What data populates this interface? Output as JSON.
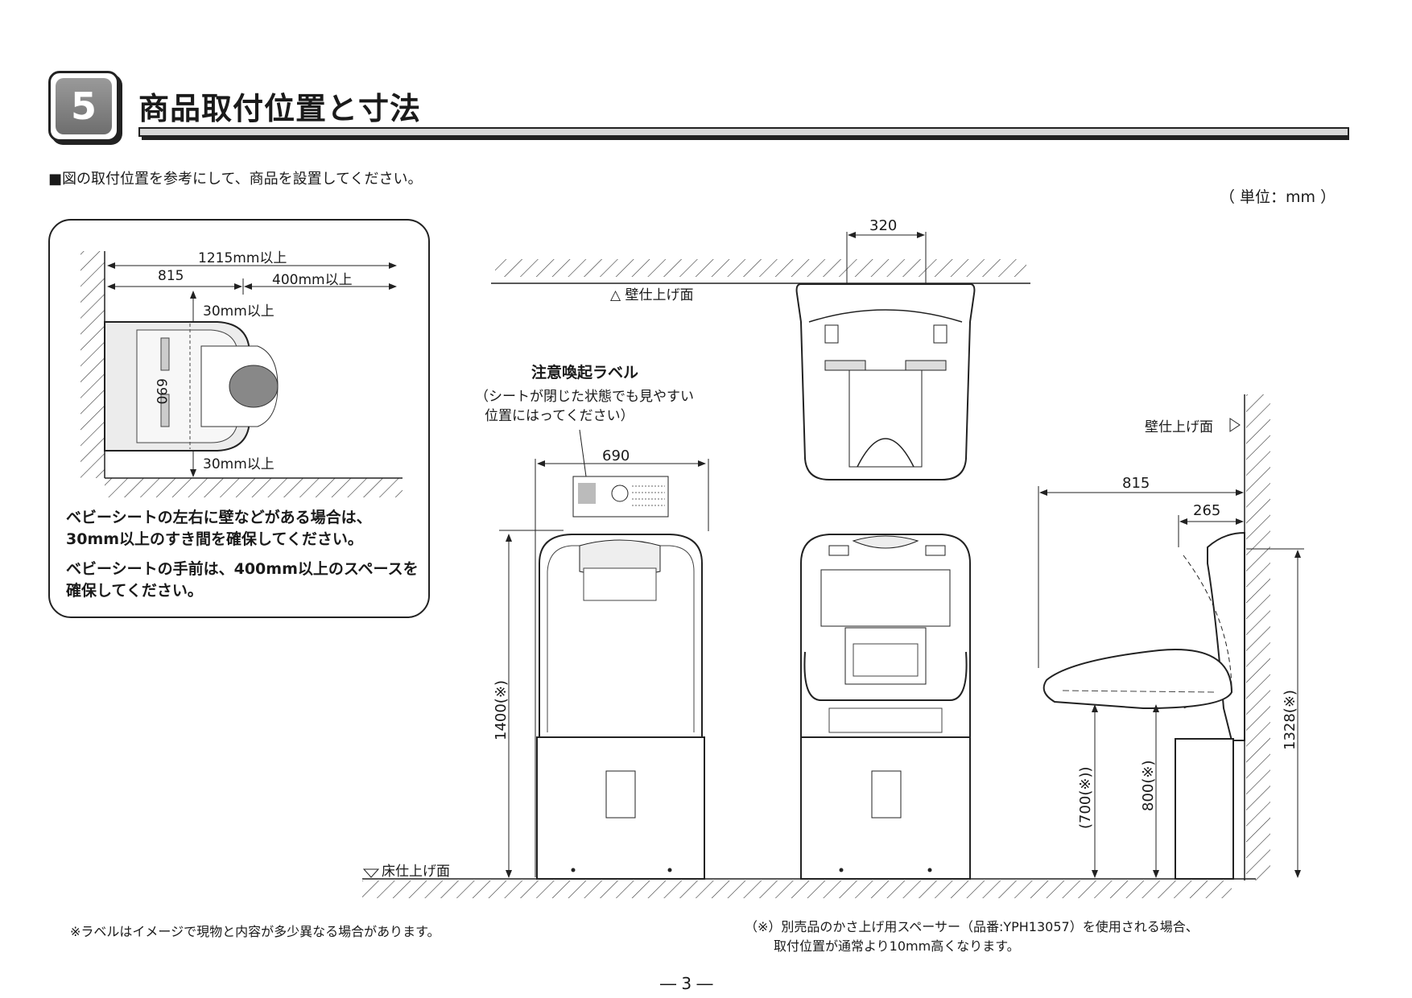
{
  "section": {
    "number": "5",
    "title": "商品取付位置と寸法"
  },
  "intro": "■図の取付位置を参考にして、商品を設置してください。",
  "unit": "（ 単位：mm ）",
  "plan": {
    "dim_total": "1215mm以上",
    "dim_depth": "815",
    "dim_front": "400mm以上",
    "dim_top": "30mm以上",
    "dim_bottom": "30mm以上",
    "dim_width": "690",
    "note1": "ベビーシートの左右に壁などがある場合は、30mm以上のすき間を確保してください。",
    "note2": "ベビーシートの手前は、400mm以上のスペースを確保してください。"
  },
  "label": {
    "title": "注意喚起ラベル",
    "desc_line1": "（シートが閉じた状態でも見やすい",
    "desc_line2": "位置にはってください）"
  },
  "dims": {
    "top_width": "320",
    "wall_finish_top": "△ 壁仕上げ面",
    "wall_finish_right": "壁仕上げ面",
    "floor_finish": "床仕上げ面",
    "front_width": "690",
    "height_1400": "1400(※)",
    "side_depth": "815",
    "side_265": "265",
    "height_1328": "1328(※)",
    "height_800": "800(※)",
    "height_700": "(700(※))"
  },
  "footnote_left": "※ラベルはイメージで現物と内容が多少異なる場合があります。",
  "footnote_right_line1": "（※）別売品のかさ上げ用スペーサー（品番:YPH13057）を使用される場合、",
  "footnote_right_line2": "取付位置が通常より10mm高くなります。",
  "page_number": "― 3 ―"
}
